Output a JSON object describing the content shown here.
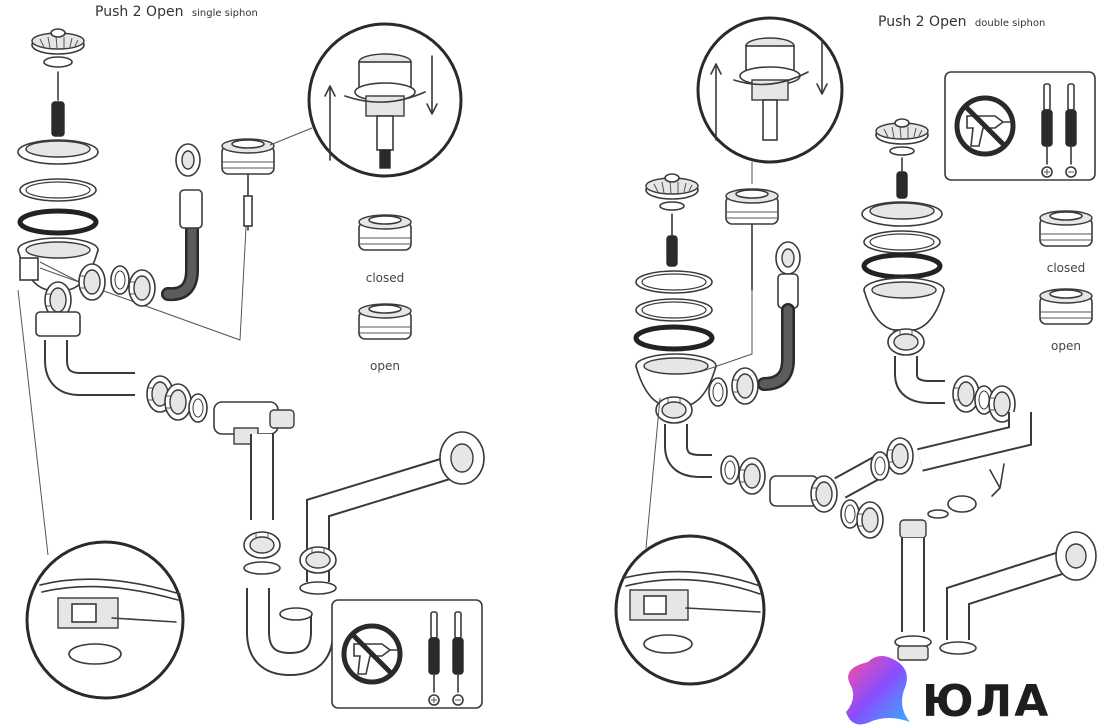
{
  "left_panel": {
    "title": "Push 2 Open",
    "subtitle": "single siphon",
    "state_closed": "closed",
    "state_open": "open"
  },
  "right_panel": {
    "title": "Push 2 Open",
    "subtitle": "double siphon",
    "state_closed": "closed",
    "state_open": "open"
  },
  "warning_box": {
    "icon": "no-drill-icon",
    "tools": [
      "screwdriver-plus-icon",
      "screwdriver-minus-icon"
    ]
  },
  "logo": {
    "text": "ЮЛА",
    "colors": [
      "#ff4f9a",
      "#8a4dff",
      "#2fb4ff"
    ]
  }
}
